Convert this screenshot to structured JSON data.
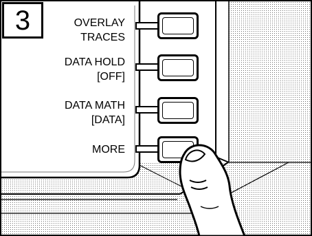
{
  "step_number": "3",
  "softkeys": [
    {
      "line1": "OVERLAY",
      "line2": "TRACES"
    },
    {
      "line1": "DATA HOLD",
      "line2": "[OFF]"
    },
    {
      "line1": "DATA MATH",
      "line2": "[DATA]"
    },
    {
      "line1": "MORE",
      "line2": ""
    }
  ],
  "pressed_key_index": 3,
  "icons": [
    "finger-icon"
  ]
}
